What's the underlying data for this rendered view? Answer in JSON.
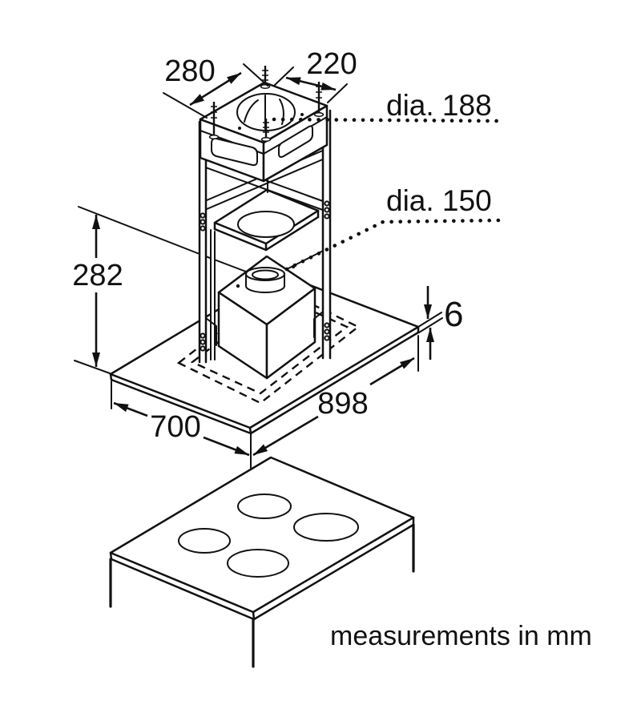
{
  "figure": {
    "type": "technical-dimension-drawing",
    "subject": "island cooker hood mounting frame over ceiling plate and hob",
    "caption": "measurements in mm",
    "dimensions": {
      "top_width_left": "280",
      "top_width_right": "220",
      "duct_diameter_top": "dia. 188",
      "duct_diameter_mid": "dia. 150",
      "frame_height": "282",
      "plate_thickness": "6",
      "plate_length": "898",
      "plate_depth": "700"
    },
    "colors": {
      "line": "#111111",
      "background": "#ffffff"
    }
  }
}
